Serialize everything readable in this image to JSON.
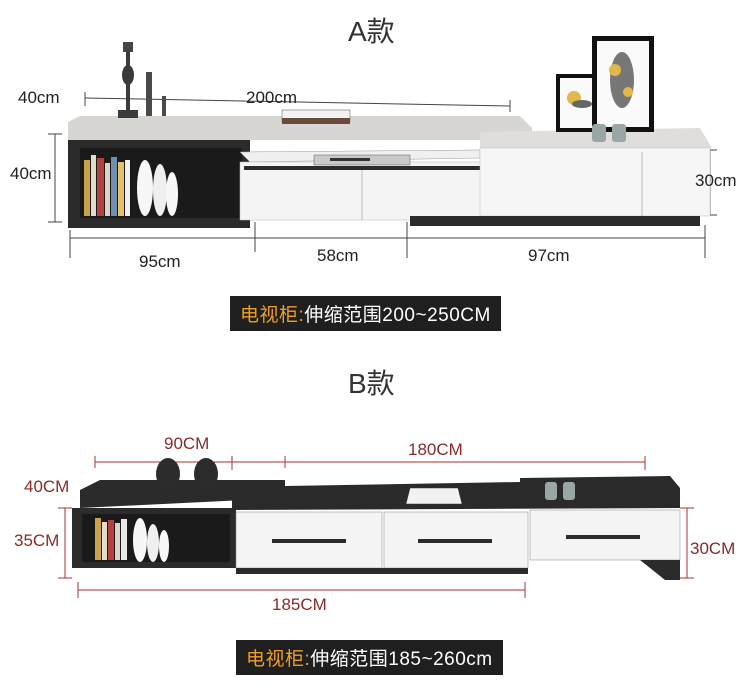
{
  "section_a": {
    "title": "A款",
    "dim_depth_top": "40cm",
    "dim_width_top": "200cm",
    "dim_height_left": "40cm",
    "dim_height_right": "30cm",
    "dim_seg_left": "95cm",
    "dim_seg_mid": "58cm",
    "dim_seg_right": "97cm",
    "banner_label": "电视柜:",
    "banner_text": "伸缩范围200~250CM"
  },
  "section_b": {
    "title": "B款",
    "dim_top_left": "90CM",
    "dim_top_right": "180CM",
    "dim_depth": "40CM",
    "dim_height_left": "35CM",
    "dim_height_right": "30CM",
    "dim_bottom": "185CM",
    "banner_label": "电视柜:",
    "banner_text": "伸缩范围185~260cm"
  },
  "colors": {
    "cabinet_dark": "#2b2b2b",
    "cabinet_white": "#f4f4f4",
    "marble_top": "#d8d6d2",
    "dimension_b": "#b03030",
    "banner_bg": "#1f1f1f",
    "banner_highlight": "#f0a020"
  }
}
